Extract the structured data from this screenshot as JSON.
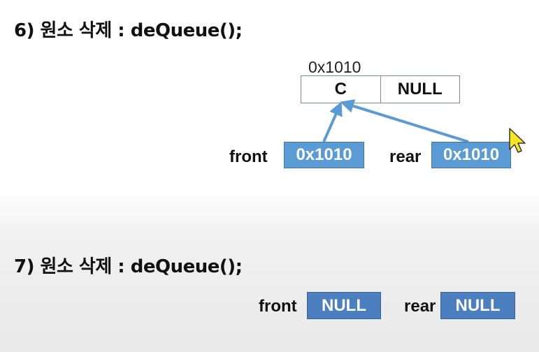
{
  "step6": {
    "heading": "6) 원소 삭제 : deQueue();",
    "node": {
      "address": "0x1010",
      "data": "C",
      "link": "NULL"
    },
    "front": {
      "label": "front",
      "value": "0x1010"
    },
    "rear": {
      "label": "rear",
      "value": "0x1010"
    }
  },
  "step7": {
    "heading": "7) 원소 삭제 : deQueue();",
    "front": {
      "label": "front",
      "value": "NULL"
    },
    "rear": {
      "label": "rear",
      "value": "NULL"
    }
  },
  "colors": {
    "pointer_box": "#5b9bd5",
    "null_box": "#4b7fc0",
    "arrow": "#5b9bd5",
    "cursor": "#f7e520"
  },
  "icons": [
    "arrow-pointer-cursor-icon"
  ]
}
